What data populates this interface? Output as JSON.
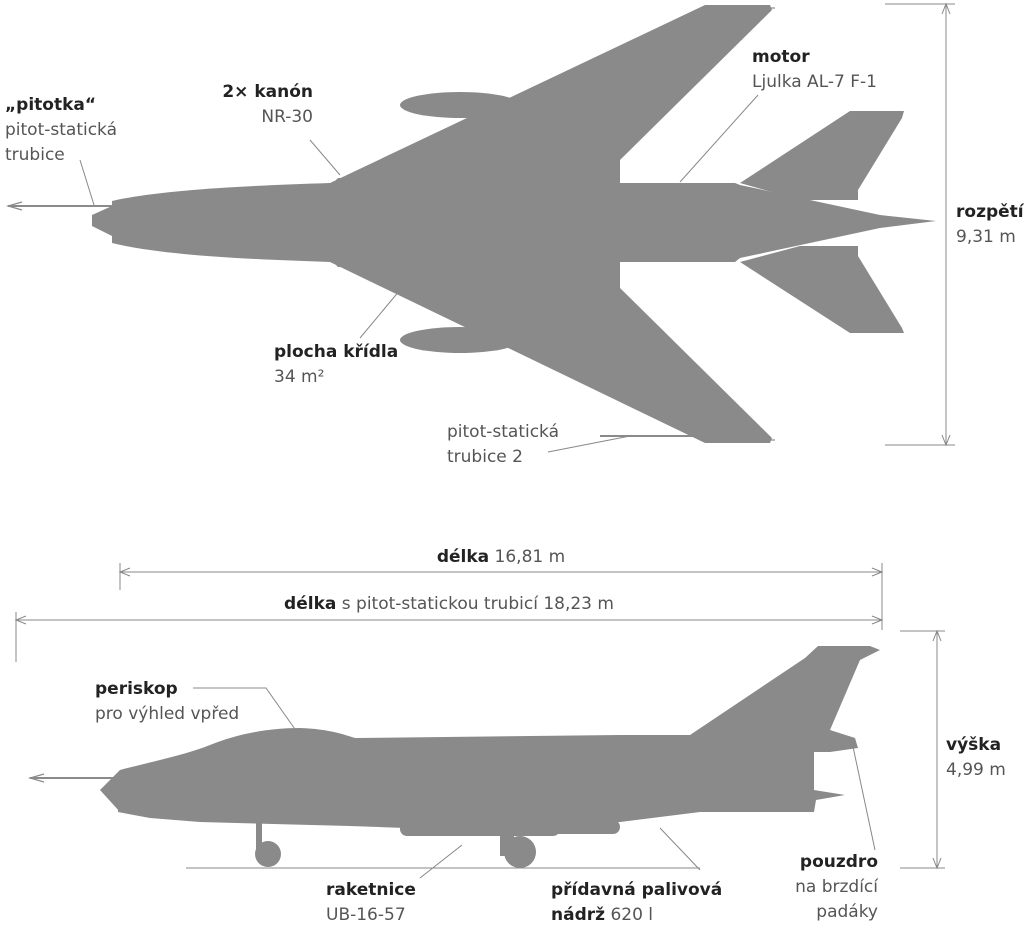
{
  "colors": {
    "aircraft": "#8a8a8a",
    "lines": "#888888",
    "text": "#555555",
    "bold": "#222222"
  },
  "top_view": {
    "pitotka": {
      "title": "„pitotka“",
      "line1": "pitot-statická",
      "line2": "trubice"
    },
    "cannon": {
      "title": "2× kanón",
      "line1": "NR-30"
    },
    "engine": {
      "title": "motor",
      "line1": "Ljulka AL-7 F-1"
    },
    "wingspan": {
      "title": "rozpětí",
      "value": "9,31 m"
    },
    "wing_area": {
      "title": "plocha křídla",
      "value": "34 m²"
    },
    "pitot2": {
      "line1": "pitot-statická",
      "line2": "trubice 2"
    }
  },
  "side_view": {
    "length": {
      "title": "délka",
      "value": "16,81 m"
    },
    "length_pitot": {
      "title": "délka",
      "value": "s pitot-statickou trubicí 18,23 m"
    },
    "periscope": {
      "title": "periskop",
      "line1": "pro výhled vpřed"
    },
    "height": {
      "title": "výška",
      "value": "4,99 m"
    },
    "rockets": {
      "title": "raketnice",
      "line1": "UB-16-57"
    },
    "tank": {
      "title": "přídavná palivová",
      "line1_bold": "nádrž",
      "line1_rest": "620 l"
    },
    "chute": {
      "title": "pouzdro",
      "line1": "na brzdící",
      "line2": "padáky"
    }
  }
}
